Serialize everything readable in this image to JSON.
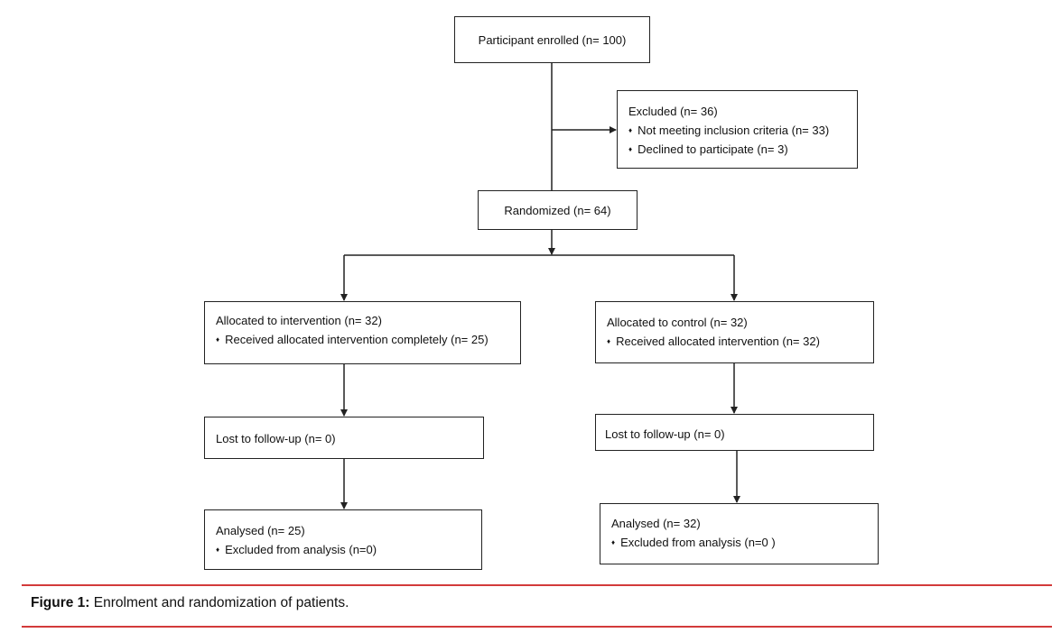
{
  "flowchart": {
    "enrolled": "Participant enrolled (n= 100)",
    "excluded": {
      "title": "Excluded (n= 36)",
      "items": [
        "Not meeting inclusion criteria (n= 33)",
        "Declined to participate (n= 3)"
      ]
    },
    "randomized": "Randomized (n= 64)",
    "intervention": {
      "allocated": "Allocated to intervention (n= 32)",
      "received": "Received allocated intervention completely (n= 25)",
      "lost": "Lost to follow-up (n= 0)",
      "analysed": "Analysed (n= 25)",
      "excluded_analysis": "Excluded from analysis (n=0)"
    },
    "control": {
      "allocated": "Allocated to control (n= 32)",
      "received": "Received allocated intervention (n= 32)",
      "lost": "Lost to follow-up (n= 0)",
      "analysed": "Analysed (n= 32)",
      "excluded_analysis": "Excluded from analysis (n=0 )"
    }
  },
  "caption": {
    "label": "Figure 1:",
    "text": " Enrolment and randomization of patients."
  },
  "colors": {
    "rule": "#d33a3a",
    "line": "#222222"
  }
}
